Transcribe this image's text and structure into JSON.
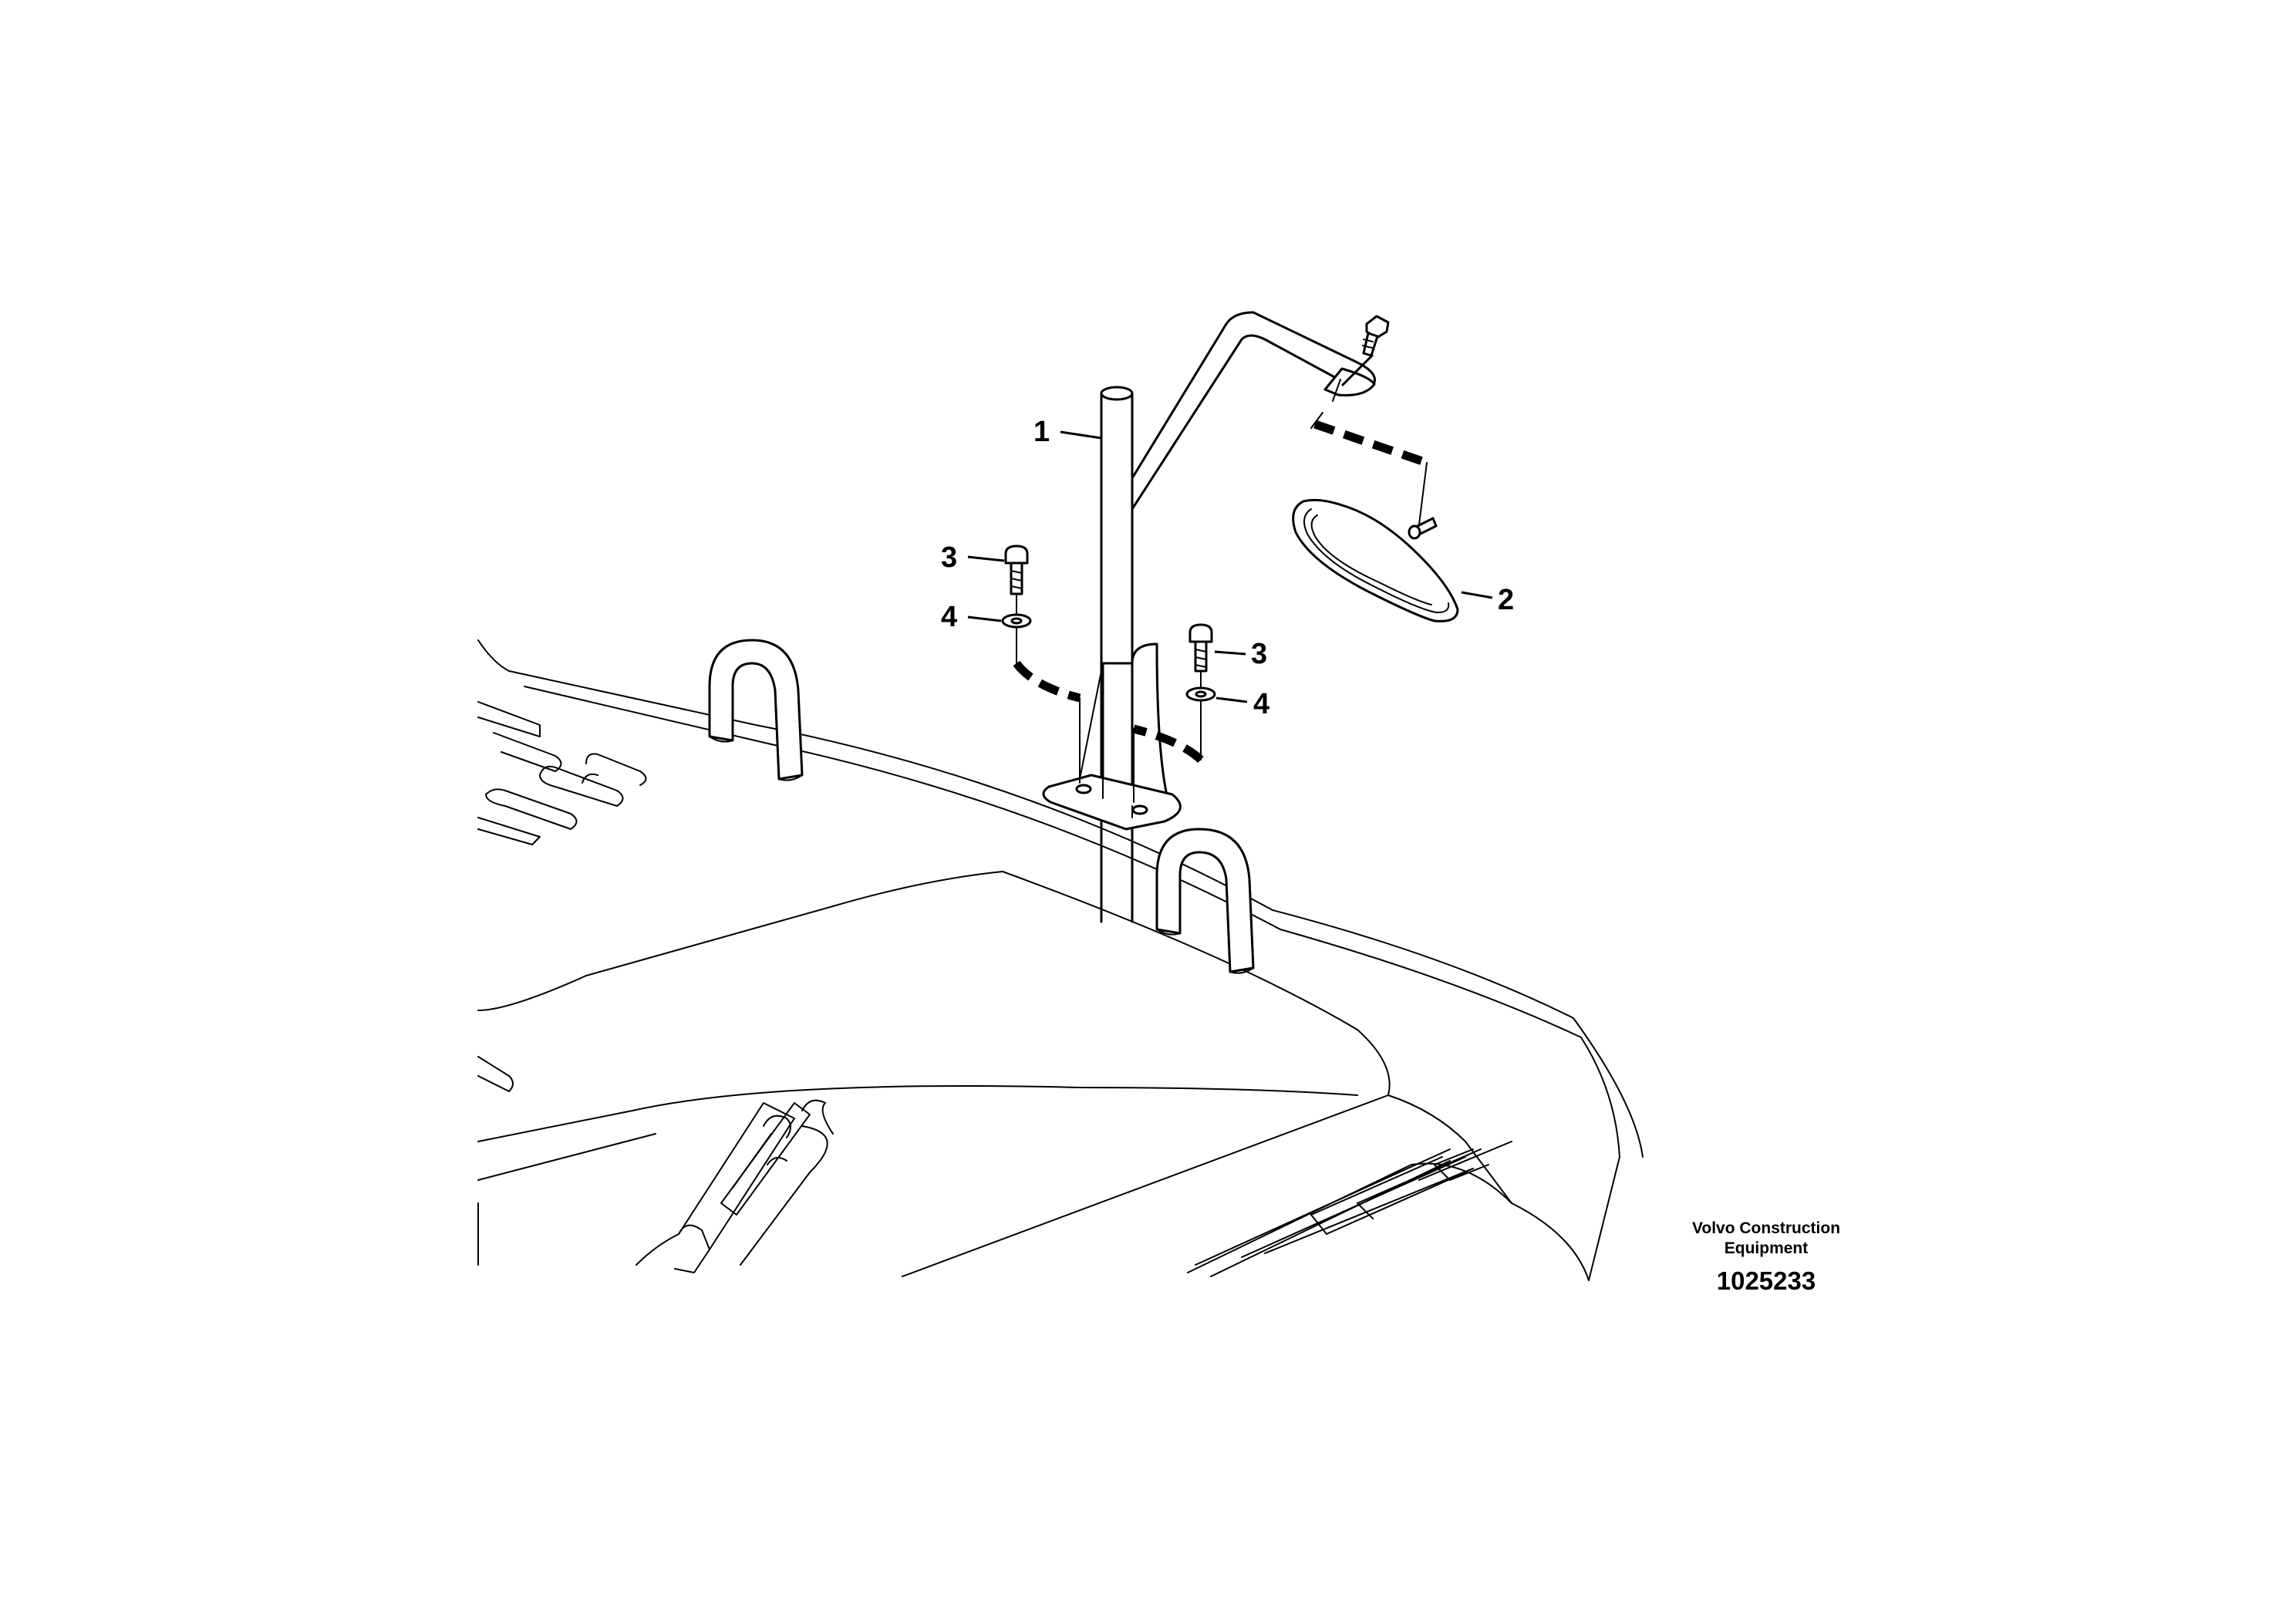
{
  "callouts": [
    {
      "id": "1",
      "label": "1"
    },
    {
      "id": "2",
      "label": "2"
    },
    {
      "id": "3a",
      "label": "3"
    },
    {
      "id": "4a",
      "label": "4"
    },
    {
      "id": "3b",
      "label": "3"
    },
    {
      "id": "4b",
      "label": "4"
    }
  ],
  "caption": {
    "brand_line1": "Volvo Construction",
    "brand_line2": "Equipment",
    "figure_number": "1025233"
  }
}
